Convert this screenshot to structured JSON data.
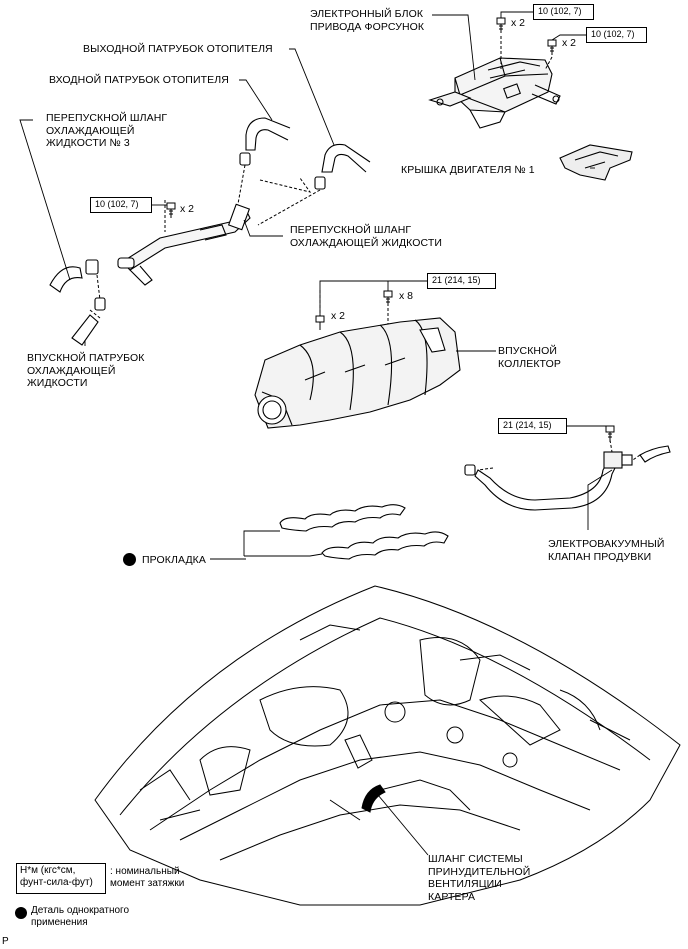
{
  "labels": {
    "injector_driver": [
      "ЭЛЕКТРОННЫЙ БЛОК",
      "ПРИВОДА ФОРСУНОК"
    ],
    "heater_outlet": "ВЫХОДНОЙ ПАТРУБОК ОТОПИТЕЛЯ",
    "heater_inlet": "ВХОДНОЙ ПАТРУБОК ОТОПИТЕЛЯ",
    "bypass_hose_3": [
      "ПЕРЕПУСКНОЙ ШЛАНГ",
      "ОХЛАЖДАЮЩЕЙ",
      "ЖИДКОСТИ № 3"
    ],
    "engine_cover": "КРЫШКА ДВИГАТЕЛЯ № 1",
    "bypass_hose": [
      "ПЕРЕПУСКНОЙ ШЛАНГ",
      "ОХЛАЖДАЮЩЕЙ ЖИДКОСТИ"
    ],
    "coolant_inlet": [
      "ВПУСКНОЙ ПАТРУБОК",
      "ОХЛАЖДАЮЩЕЙ",
      "ЖИДКОСТИ"
    ],
    "intake_manifold": [
      "ВПУСКНОЙ",
      "КОЛЛЕКТОР"
    ],
    "gasket": "ПРОКЛАДКА",
    "vsv_purge": [
      "ЭЛЕКТРОВАКУУМНЫЙ",
      "КЛАПАН ПРОДУВКИ"
    ],
    "pcv_hose": [
      "ШЛАНГ СИСТЕМЫ",
      "ПРИНУДИТЕЛЬНОЙ",
      "ВЕНТИЛЯЦИИ",
      "КАРТЕРА"
    ]
  },
  "torques": {
    "driver_bolt_1": "10 (102, 7)",
    "driver_bolt_2": "10 (102, 7)",
    "bypass_bolt": "10 (102, 7)",
    "manifold_bolt": "21 (214, 15)",
    "vsv_bolt": "21 (214, 15)"
  },
  "quantities": {
    "driver_bolt_1": "x 2",
    "driver_bolt_2": "x 2",
    "bypass_bolt": "x 2",
    "manifold_bolt_a": "x 2",
    "manifold_bolt_b": "x 8"
  },
  "legend": {
    "torque_unit": [
      "Н*м (кгс*см,",
      "фунт-сила-фут)"
    ],
    "torque_desc": [
      ": номинальный",
      "момент затяжки"
    ],
    "non_reusable": [
      "Деталь однократного",
      "применения"
    ]
  },
  "corner_mark": "P"
}
